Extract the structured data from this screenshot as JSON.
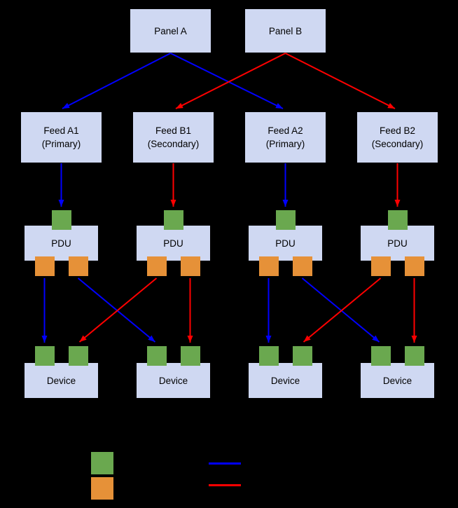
{
  "diagram": {
    "panels": [
      {
        "label": "Panel A"
      },
      {
        "label": "Panel B"
      }
    ],
    "feeds": [
      {
        "line1": "Feed A1",
        "line2": "(Primary)"
      },
      {
        "line1": "Feed B1",
        "line2": "(Secondary)"
      },
      {
        "line1": "Feed A2",
        "line2": "(Primary)"
      },
      {
        "line1": "Feed B2",
        "line2": "(Secondary)"
      }
    ],
    "pdus": [
      {
        "label": "PDU"
      },
      {
        "label": "PDU"
      },
      {
        "label": "PDU"
      },
      {
        "label": "PDU"
      }
    ],
    "devices": [
      {
        "label": "Device"
      },
      {
        "label": "Device"
      },
      {
        "label": "Device"
      },
      {
        "label": "Device"
      }
    ],
    "edges": [
      {
        "from": "Panel A",
        "to": "Feed A1 (Primary)",
        "color": "blue"
      },
      {
        "from": "Panel A",
        "to": "Feed A2 (Primary)",
        "color": "blue"
      },
      {
        "from": "Panel B",
        "to": "Feed B1 (Secondary)",
        "color": "red"
      },
      {
        "from": "Panel B",
        "to": "Feed B2 (Secondary)",
        "color": "red"
      },
      {
        "from": "Feed A1 (Primary)",
        "to": "PDU 1 input",
        "color": "blue"
      },
      {
        "from": "Feed B1 (Secondary)",
        "to": "PDU 2 input",
        "color": "red"
      },
      {
        "from": "Feed A2 (Primary)",
        "to": "PDU 3 input",
        "color": "blue"
      },
      {
        "from": "Feed B2 (Secondary)",
        "to": "PDU 4 input",
        "color": "red"
      },
      {
        "from": "PDU 1 output L",
        "to": "Device 1 input L",
        "color": "blue"
      },
      {
        "from": "PDU 1 output R",
        "to": "Device 2 input L",
        "color": "blue"
      },
      {
        "from": "PDU 2 output L",
        "to": "Device 1 input R",
        "color": "red"
      },
      {
        "from": "PDU 2 output R",
        "to": "Device 2 input R",
        "color": "red"
      },
      {
        "from": "PDU 3 output L",
        "to": "Device 3 input L",
        "color": "blue"
      },
      {
        "from": "PDU 3 output R",
        "to": "Device 4 input L",
        "color": "blue"
      },
      {
        "from": "PDU 4 output L",
        "to": "Device 3 input R",
        "color": "red"
      },
      {
        "from": "PDU 4 output R",
        "to": "Device 4 input R",
        "color": "red"
      }
    ]
  },
  "legend": {
    "swatches": [
      {
        "name": "green-square",
        "color": "#6aa84f"
      },
      {
        "name": "orange-square",
        "color": "#e69138"
      }
    ],
    "lines": [
      {
        "name": "blue-line",
        "color": "#0000ff"
      },
      {
        "name": "red-line",
        "color": "#ff0000"
      }
    ]
  },
  "colors": {
    "background": "#000000",
    "box_fill": "#cfd8f2",
    "box_text": "#000000",
    "green": "#6aa84f",
    "orange": "#e69138",
    "blue_line": "#0000ff",
    "red_line": "#ff0000"
  }
}
